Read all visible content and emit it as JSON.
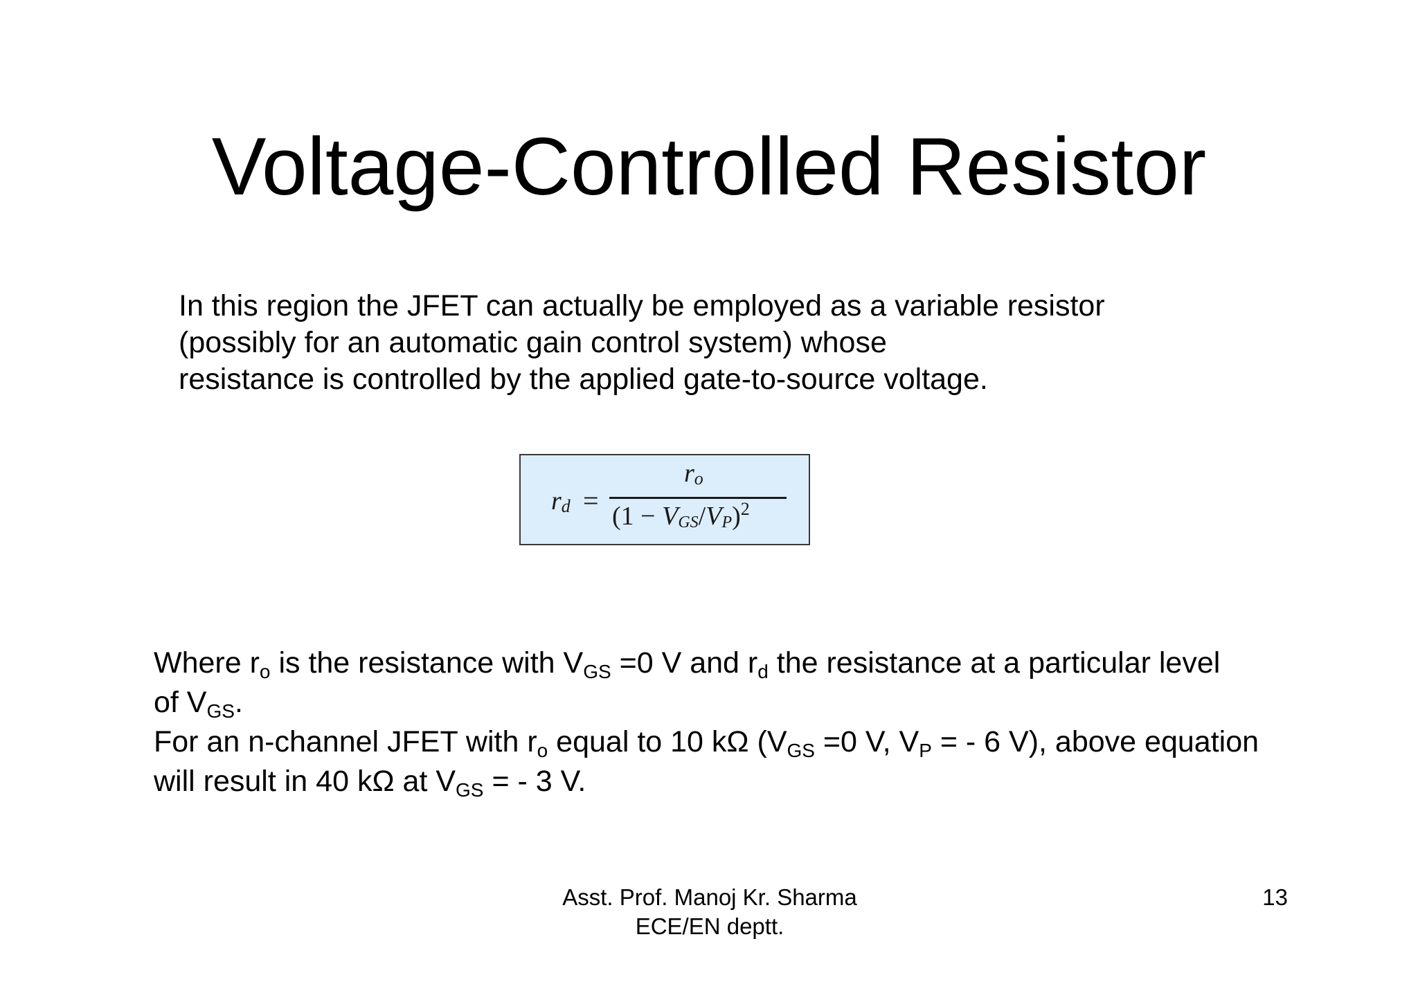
{
  "slide": {
    "title": "Voltage-Controlled Resistor",
    "intro_lines": [
      "In this region the JFET can actually be employed as a variable resistor",
      "(possibly for an automatic gain control system) whose",
      "resistance is controlled by the applied gate-to-source voltage."
    ],
    "formula": {
      "lhs_symbol": "r",
      "lhs_sub": "d",
      "equals": "=",
      "numerator_symbol": "r",
      "numerator_sub": "o",
      "denominator": {
        "open": "(1 − ",
        "v1": "V",
        "v1_sub": "GS",
        "slash": "/",
        "v2": "V",
        "v2_sub": "P",
        "close": ")",
        "power": "2"
      }
    },
    "explanation": {
      "line1": {
        "t1": "Where r",
        "s1": "o",
        "t2": " is the resistance with V",
        "s2": "GS",
        "t3": " =0 V and r",
        "s3": "d",
        "t4": " the resistance at a particular level"
      },
      "line2": {
        "t1": "of V",
        "s1": "GS",
        "t2": "."
      },
      "line3": {
        "t1": "For an n-channel JFET with r",
        "s1": "o",
        "t2": " equal to 10 kΩ (V",
        "s2": "GS",
        "t3": " =0 V, V",
        "s3": "P",
        "t4": " = - 6 V), above equation"
      },
      "line4": {
        "t1": "will result in 40 kΩ at V",
        "s1": "GS",
        "t2": " = - 3 V."
      }
    },
    "footer": {
      "line1": "Asst. Prof. Manoj Kr. Sharma",
      "line2": "ECE/EN  deptt."
    },
    "page_number": "13",
    "colors": {
      "formula_background": "#dceefb",
      "formula_border": "#3a3a3a",
      "text": "#000000"
    }
  }
}
